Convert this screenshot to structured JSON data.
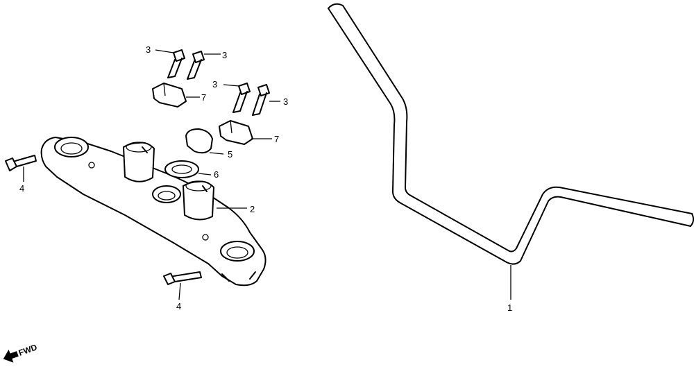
{
  "callouts": {
    "handlebar": "1",
    "top_bridge": "2",
    "bolt_a": "3",
    "bolt_b": "3",
    "bolt_c": "3",
    "bolt_d": "3",
    "bolt_side": "4",
    "bolt_bottom": "4",
    "upper_holder_cap": "5",
    "washer": "6",
    "holder_left": "7",
    "holder_right": "7"
  },
  "direction_indicator": {
    "label": "FWD",
    "icon": "arrow-left-down-icon"
  }
}
